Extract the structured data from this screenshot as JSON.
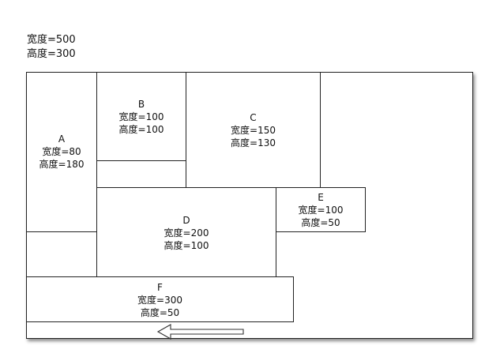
{
  "container": {
    "width_label": "宽度=500",
    "height_label": "高度=300"
  },
  "boxes": {
    "A": {
      "name": "A",
      "width_label": "宽度=80",
      "height_label": "高度=180"
    },
    "B": {
      "name": "B",
      "width_label": "宽度=100",
      "height_label": "高度=100"
    },
    "C": {
      "name": "C",
      "width_label": "宽度=150",
      "height_label": "高度=130"
    },
    "D": {
      "name": "D",
      "width_label": "宽度=200",
      "height_label": "高度=100"
    },
    "E": {
      "name": "E",
      "width_label": "宽度=100",
      "height_label": "高度=50"
    },
    "F": {
      "name": "F",
      "width_label": "宽度=300",
      "height_label": "高度=50"
    }
  }
}
